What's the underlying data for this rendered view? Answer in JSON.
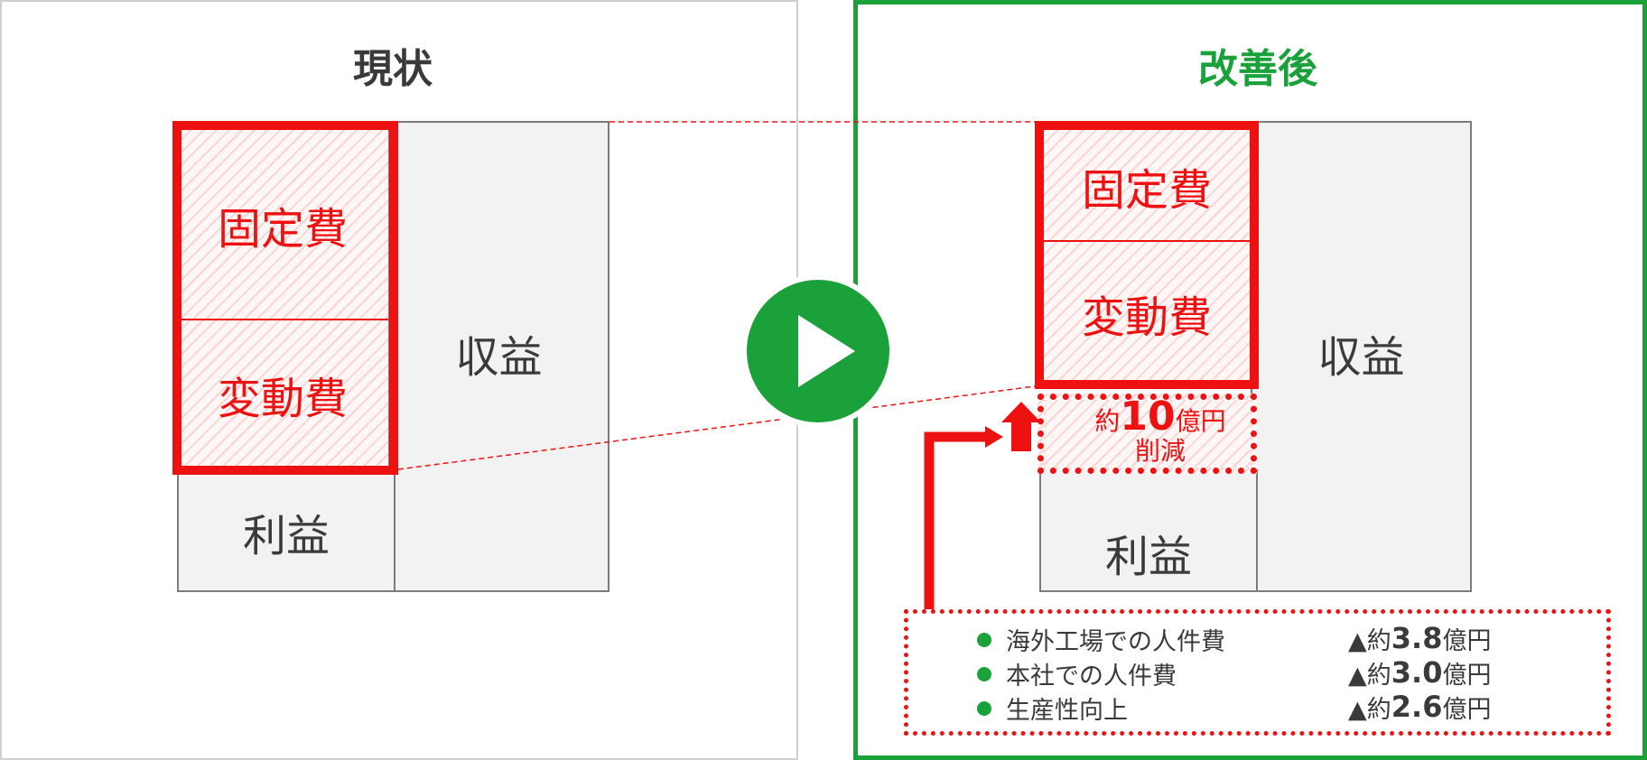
{
  "before": {
    "title": "現状",
    "fixed_cost": "固定費",
    "variable_cost": "変動費",
    "profit": "利益",
    "revenue": "収益"
  },
  "after": {
    "title": "改善後",
    "fixed_cost": "固定費",
    "variable_cost": "変動費",
    "profit": "利益",
    "revenue": "収益",
    "reduction": {
      "prefix": "約",
      "amount": "10",
      "unit": "億円",
      "label": "削減"
    }
  },
  "breakdown": {
    "items": [
      {
        "label": "海外工場での人件費",
        "prefix": "▲約",
        "amount": "3.8",
        "unit": "億円"
      },
      {
        "label": "本社での人件費",
        "prefix": "▲約",
        "amount": "3.0",
        "unit": "億円"
      },
      {
        "label": "生産性向上",
        "prefix": "▲約",
        "amount": "2.6",
        "unit": "億円"
      }
    ]
  },
  "colors": {
    "accent_red": "#ee1111",
    "accent_green": "#1aa13a",
    "box_gray": "#f2f2f2"
  },
  "icons": {
    "transition": "play-icon",
    "reduction": "up-arrow-icon"
  }
}
